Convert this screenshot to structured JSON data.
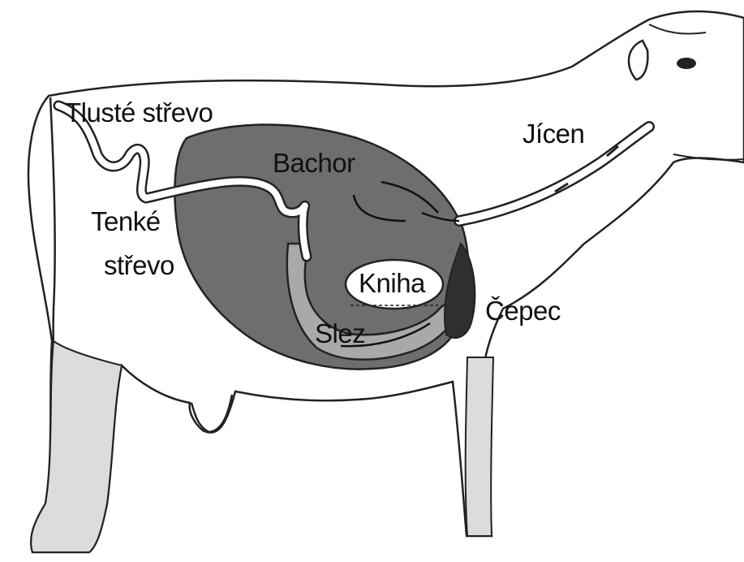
{
  "diagram": {
    "labels": {
      "large_intestine": "Tlusté střevo",
      "esophagus": "Jícen",
      "rumen": "Bachor",
      "small_intestine_line1": "Tenké",
      "small_intestine_line2": "střevo",
      "omasum": "Kniha",
      "reticulum": "Čepec",
      "abomasum": "Slez"
    },
    "colors": {
      "outline": "#222222",
      "rumen": "#6e6e6e",
      "abomasum": "#a9a9a9",
      "reticulum": "#2f2f2f",
      "omasum": "#ffffff",
      "leg_shading": "#dcdcdc"
    }
  }
}
